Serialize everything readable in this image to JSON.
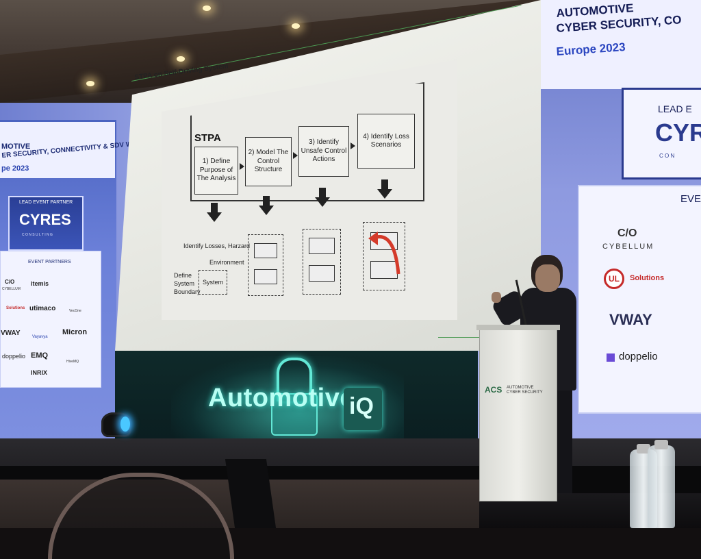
{
  "right_banner": {
    "event_title_line1": "AUTOMOTIVE",
    "event_title_line2": "CYBER SECURITY, CO",
    "event_subtitle": "Europe 2023",
    "lead_label": "LEAD E",
    "lead_logo": "CYR",
    "lead_logo_sub": "C O N",
    "partners_label": "EVE",
    "partners": [
      "C/O",
      "CYBELLUM",
      "UL",
      "Solutions",
      "VWAY",
      "doppelio"
    ]
  },
  "left_banner": {
    "title_line1": "MOTIVE",
    "title_line2": "ER SECURITY, CONNECTIVITY & SDV WEEK",
    "subtitle": "pe 2023",
    "lead_label": "LEAD EVENT PARTNER",
    "lead_logo": "CYRES",
    "lead_logo_sub": "C O N S U L T I N G",
    "partners_label": "EVENT PARTNERS",
    "partners": [
      "C/O",
      "CYBELLUM",
      "itemis",
      "Solutions",
      "utimaco",
      "VecOne",
      "VWAY",
      "Vayavya",
      "Micron",
      "doppelio",
      "EMQ",
      "HiveMQ",
      "INRIX"
    ]
  },
  "slide": {
    "title": "STPA on Self-Driving System",
    "stpa_label": "STPA",
    "steps": [
      "1) Define Purpose of The Analysis",
      "2) Model The Control Structure",
      "3) Identify Unsafe Control Actions",
      "4) Identify Loss Scenarios"
    ],
    "annotations": {
      "losses": "Identify Losses, Harzard",
      "environment": "Environment",
      "boundary_line1": "Define",
      "boundary_line2": "System",
      "boundary_line3": "Boundary",
      "system": "System"
    }
  },
  "stage": {
    "title": "Automotive",
    "title_suffix": "iQ",
    "podium_logo": "ACS",
    "podium_sub": "AUTOMOTIVE CYBER SECURITY"
  }
}
